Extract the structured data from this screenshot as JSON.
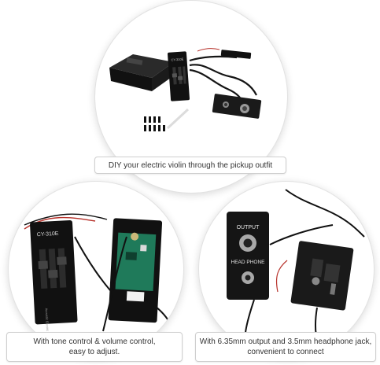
{
  "captions": {
    "top": "DIY your electric violin through the pickup outfit",
    "left": [
      "With tone control & volume control,",
      "easy to adjust."
    ],
    "right": [
      "With 6.35mm output and 3.5mm headphone jack,",
      "convenient to connect"
    ]
  },
  "product": {
    "preamp_model": "CY-310E",
    "jack_label_output": "OUTPUT",
    "jack_label_headphone": "HEAD PHONE",
    "side_text": "Acoustic Electric"
  }
}
